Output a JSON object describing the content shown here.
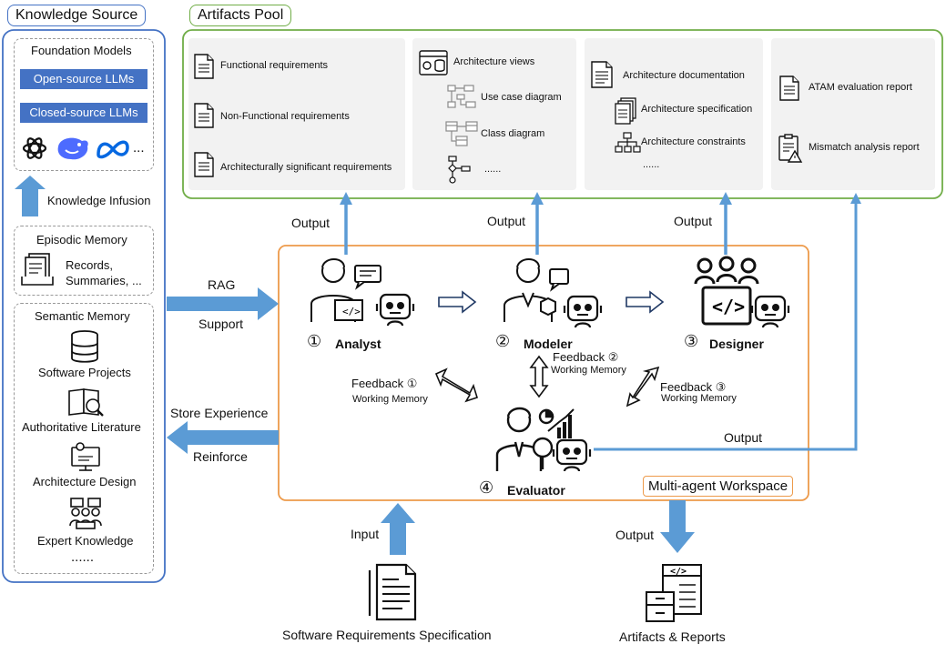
{
  "knowledge_source": {
    "title": "Knowledge Source",
    "foundation_models": {
      "title": "Foundation Models",
      "open_source": "Open-source LLMs",
      "closed_source": "Closed-source LLMs",
      "more": "..."
    },
    "knowledge_infusion": "Knowledge Infusion",
    "episodic_memory": {
      "title": "Episodic Memory",
      "line1": "Records,",
      "line2": "Summaries, ..."
    },
    "semantic_memory": {
      "title": "Semantic Memory",
      "items": [
        "Software Projects",
        "Authoritative Literature",
        "Architecture Design",
        "Expert Knowledge"
      ],
      "more": "......"
    }
  },
  "artifacts_pool": {
    "title": "Artifacts Pool",
    "panel1": [
      "Functional requirements",
      "Non-Functional requirements",
      "Architecturally significant requirements"
    ],
    "panel2": {
      "head": "Architecture views",
      "items": [
        "Use case diagram",
        "Class diagram"
      ],
      "more": "......"
    },
    "panel3": {
      "head": "Architecture documentation",
      "items": [
        "Architecture specification",
        "Architecture constraints"
      ],
      "more": "......"
    },
    "panel4": [
      "ATAM evaluation report",
      "Mismatch analysis report"
    ]
  },
  "flows": {
    "rag": "RAG",
    "support": "Support",
    "store_experience": "Store Experience",
    "reinforce": "Reinforce",
    "output": "Output",
    "input": "Input"
  },
  "workspace": {
    "title": "Multi-agent Workspace",
    "agents": [
      {
        "num": "①",
        "name": "Analyst"
      },
      {
        "num": "②",
        "name": "Modeler"
      },
      {
        "num": "③",
        "name": "Designer"
      },
      {
        "num": "④",
        "name": "Evaluator"
      }
    ],
    "feedback": [
      {
        "label": "Feedback ①",
        "memory": "Working Memory"
      },
      {
        "label": "Feedback ②",
        "memory": "Working Memory"
      },
      {
        "label": "Feedback ③",
        "memory": "Working Memory"
      }
    ]
  },
  "bottom": {
    "srs": "Software Requirements Specification",
    "artifacts": "Artifacts & Reports"
  },
  "colors": {
    "blue_border": "#4472c4",
    "green_border": "#70ad47",
    "orange_border": "#ed9a4a",
    "arrow_blue": "#5b9bd5"
  }
}
